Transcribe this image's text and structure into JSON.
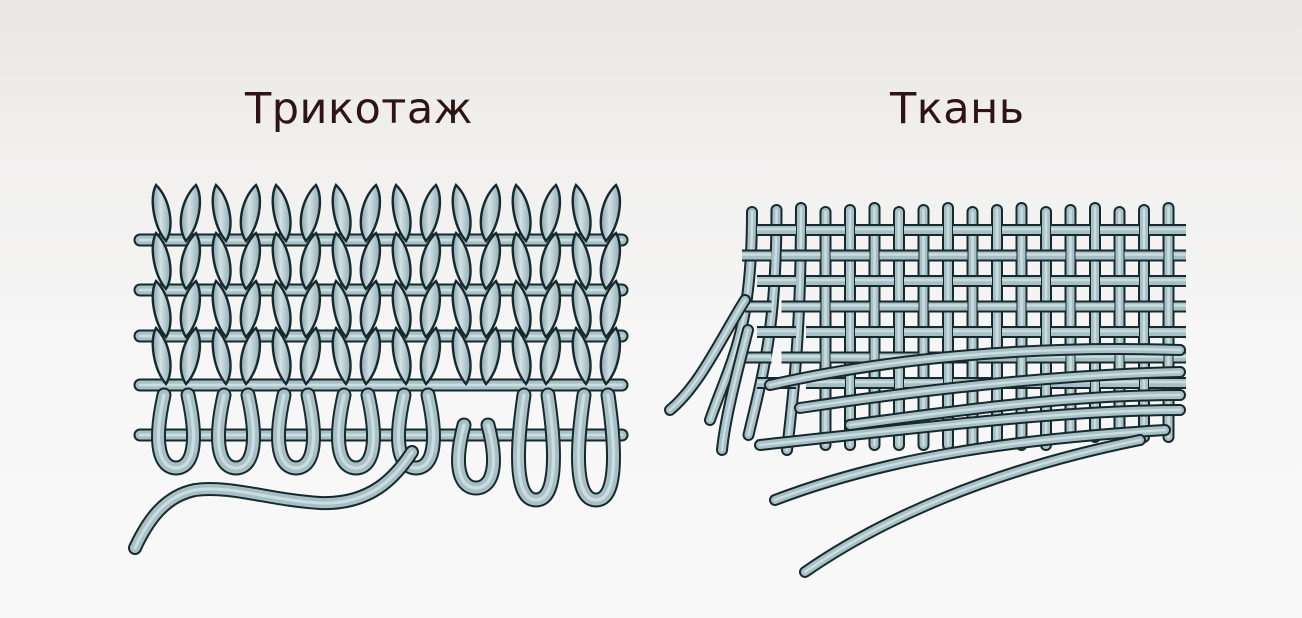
{
  "panels": {
    "knit": {
      "title": "Трикотаж",
      "wales": 8,
      "courses": 5
    },
    "weave": {
      "title": "Ткань",
      "warp_threads": 18,
      "weft_threads": 9
    }
  },
  "colors": {
    "thread_fill": "#a7c0c6",
    "thread_highlight": "#d4e3e6",
    "thread_outline": "#16292c",
    "title_text": "#2e1414",
    "background": "#f5f5f5"
  }
}
